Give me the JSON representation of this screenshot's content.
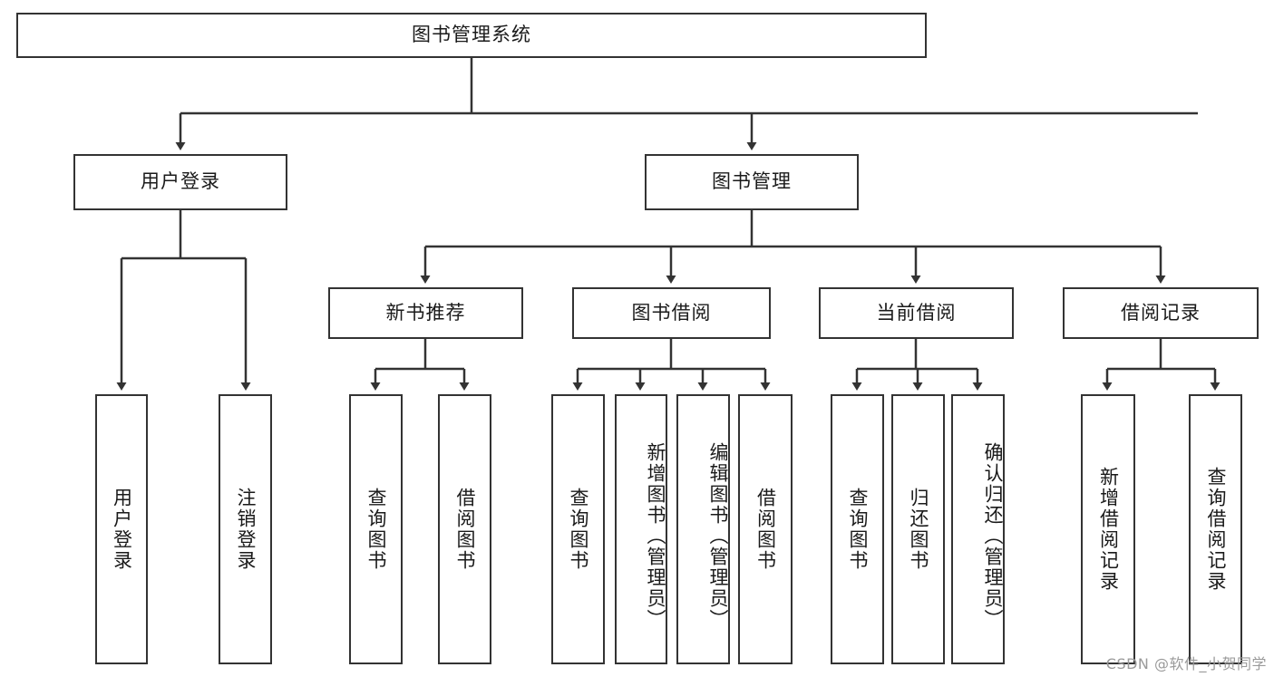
{
  "diagram": {
    "title": "图书管理系统",
    "type": "tree-hierarchy-diagram",
    "colors": {
      "box_border": "#333333",
      "box_fill": "#ffffff",
      "connector": "#333333",
      "text": "#1a1a1a",
      "watermark": "#9a9a9a"
    },
    "root": {
      "label": "图书管理系统"
    },
    "level2": [
      {
        "label": "用户登录"
      },
      {
        "label": "图书管理"
      }
    ],
    "level3": [
      {
        "label": "新书推荐"
      },
      {
        "label": "图书借阅"
      },
      {
        "label": "当前借阅"
      },
      {
        "label": "借阅记录"
      }
    ],
    "leaves": {
      "user_login": [
        {
          "label": "用户登录"
        },
        {
          "label": "注销登录"
        }
      ],
      "new_book_recommend": [
        {
          "label": "查询图书"
        },
        {
          "label": "借阅图书"
        }
      ],
      "book_borrow": [
        {
          "label": "查询图书"
        },
        {
          "label": "新增图书（管理员）"
        },
        {
          "label": "编辑图书（管理员）"
        },
        {
          "label": "借阅图书"
        }
      ],
      "current_borrow": [
        {
          "label": "查询图书"
        },
        {
          "label": "归还图书"
        },
        {
          "label": "确认归还（管理员）"
        }
      ],
      "borrow_record": [
        {
          "label": "新增借阅记录"
        },
        {
          "label": "查询借阅记录"
        }
      ]
    }
  },
  "watermark": {
    "text": "CSDN @软件_小贺同学"
  }
}
